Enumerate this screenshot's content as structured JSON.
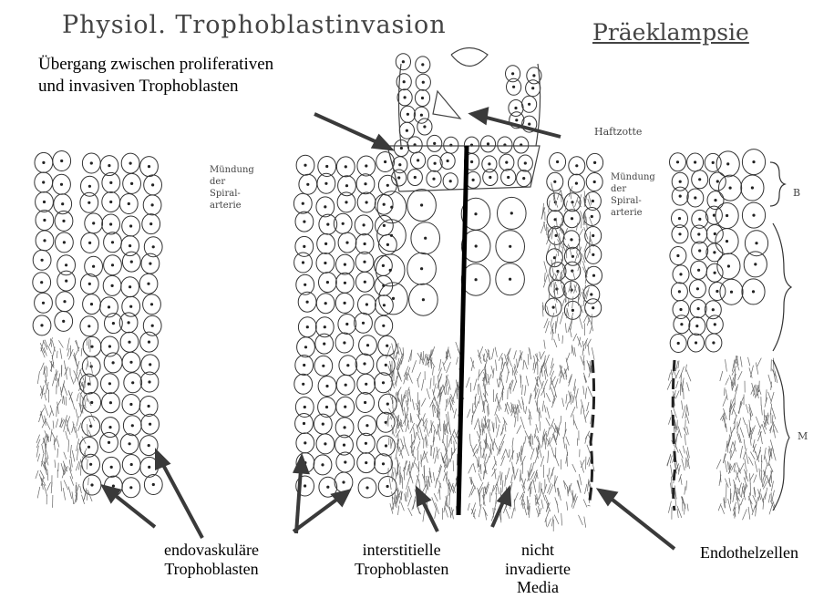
{
  "titles": {
    "left": "Physiol. Trophoblastinvasion",
    "right": "Präeklampsie"
  },
  "labels": {
    "uebergang_line1": "Übergang zwischen proliferativen",
    "uebergang_line2": "und invasiven Trophoblasten",
    "haftzotte": "Haftzotte",
    "muendung_left": [
      "Mündung",
      "der",
      "Spiral-",
      "arterie"
    ],
    "muendung_right": [
      "Mündung",
      "der",
      "Spiral-",
      "arterie"
    ],
    "layer_b": "B",
    "layer_m": "M",
    "endovaskulaere": [
      "endovaskuläre",
      "Trophoblasten"
    ],
    "interstitielle": [
      "interstitielle",
      "Trophoblasten"
    ],
    "nicht_invadierte": [
      "nicht",
      "invadierte",
      "Media"
    ],
    "endothelzellen": "Endothelzellen"
  },
  "colors": {
    "ink": "#000000",
    "pencil": "#444444",
    "shading": "#8a8a8a"
  }
}
